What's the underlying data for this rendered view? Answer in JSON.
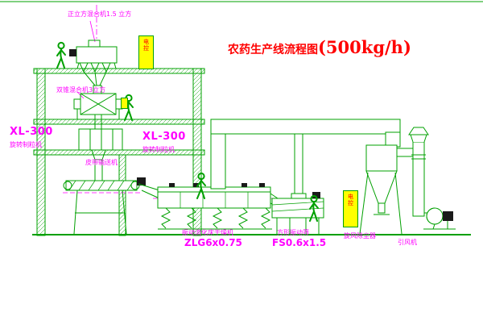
{
  "title": {
    "text": "农药生产线流程图",
    "capacity": "(500kg/h)"
  },
  "labels": {
    "cube_mixer": "正立方混合机1.5 立方",
    "double_cone_mixer": "双锥混合机3立方",
    "granulator_model_left": "XL-300",
    "granulator_name_left": "旋转制粒机",
    "granulator_model_center": "XL-300",
    "granulator_name_center": "旋转制粒机",
    "belt_conveyor": "皮带输送机",
    "dryer_name": "振动流化床干燥机",
    "dryer_model": "ZLG6x0.75",
    "screen_name": "方形振动筛",
    "screen_model": "FS0.6x1.5",
    "cyclone": "旋风除尘器",
    "fan": "引风机",
    "cabinet": "电控"
  },
  "colors": {
    "line": "#00a000",
    "label": "#ff00ff",
    "title": "#ff0000",
    "cabinet_fill": "#ffff00",
    "cabinet_text": "#ff0000"
  }
}
